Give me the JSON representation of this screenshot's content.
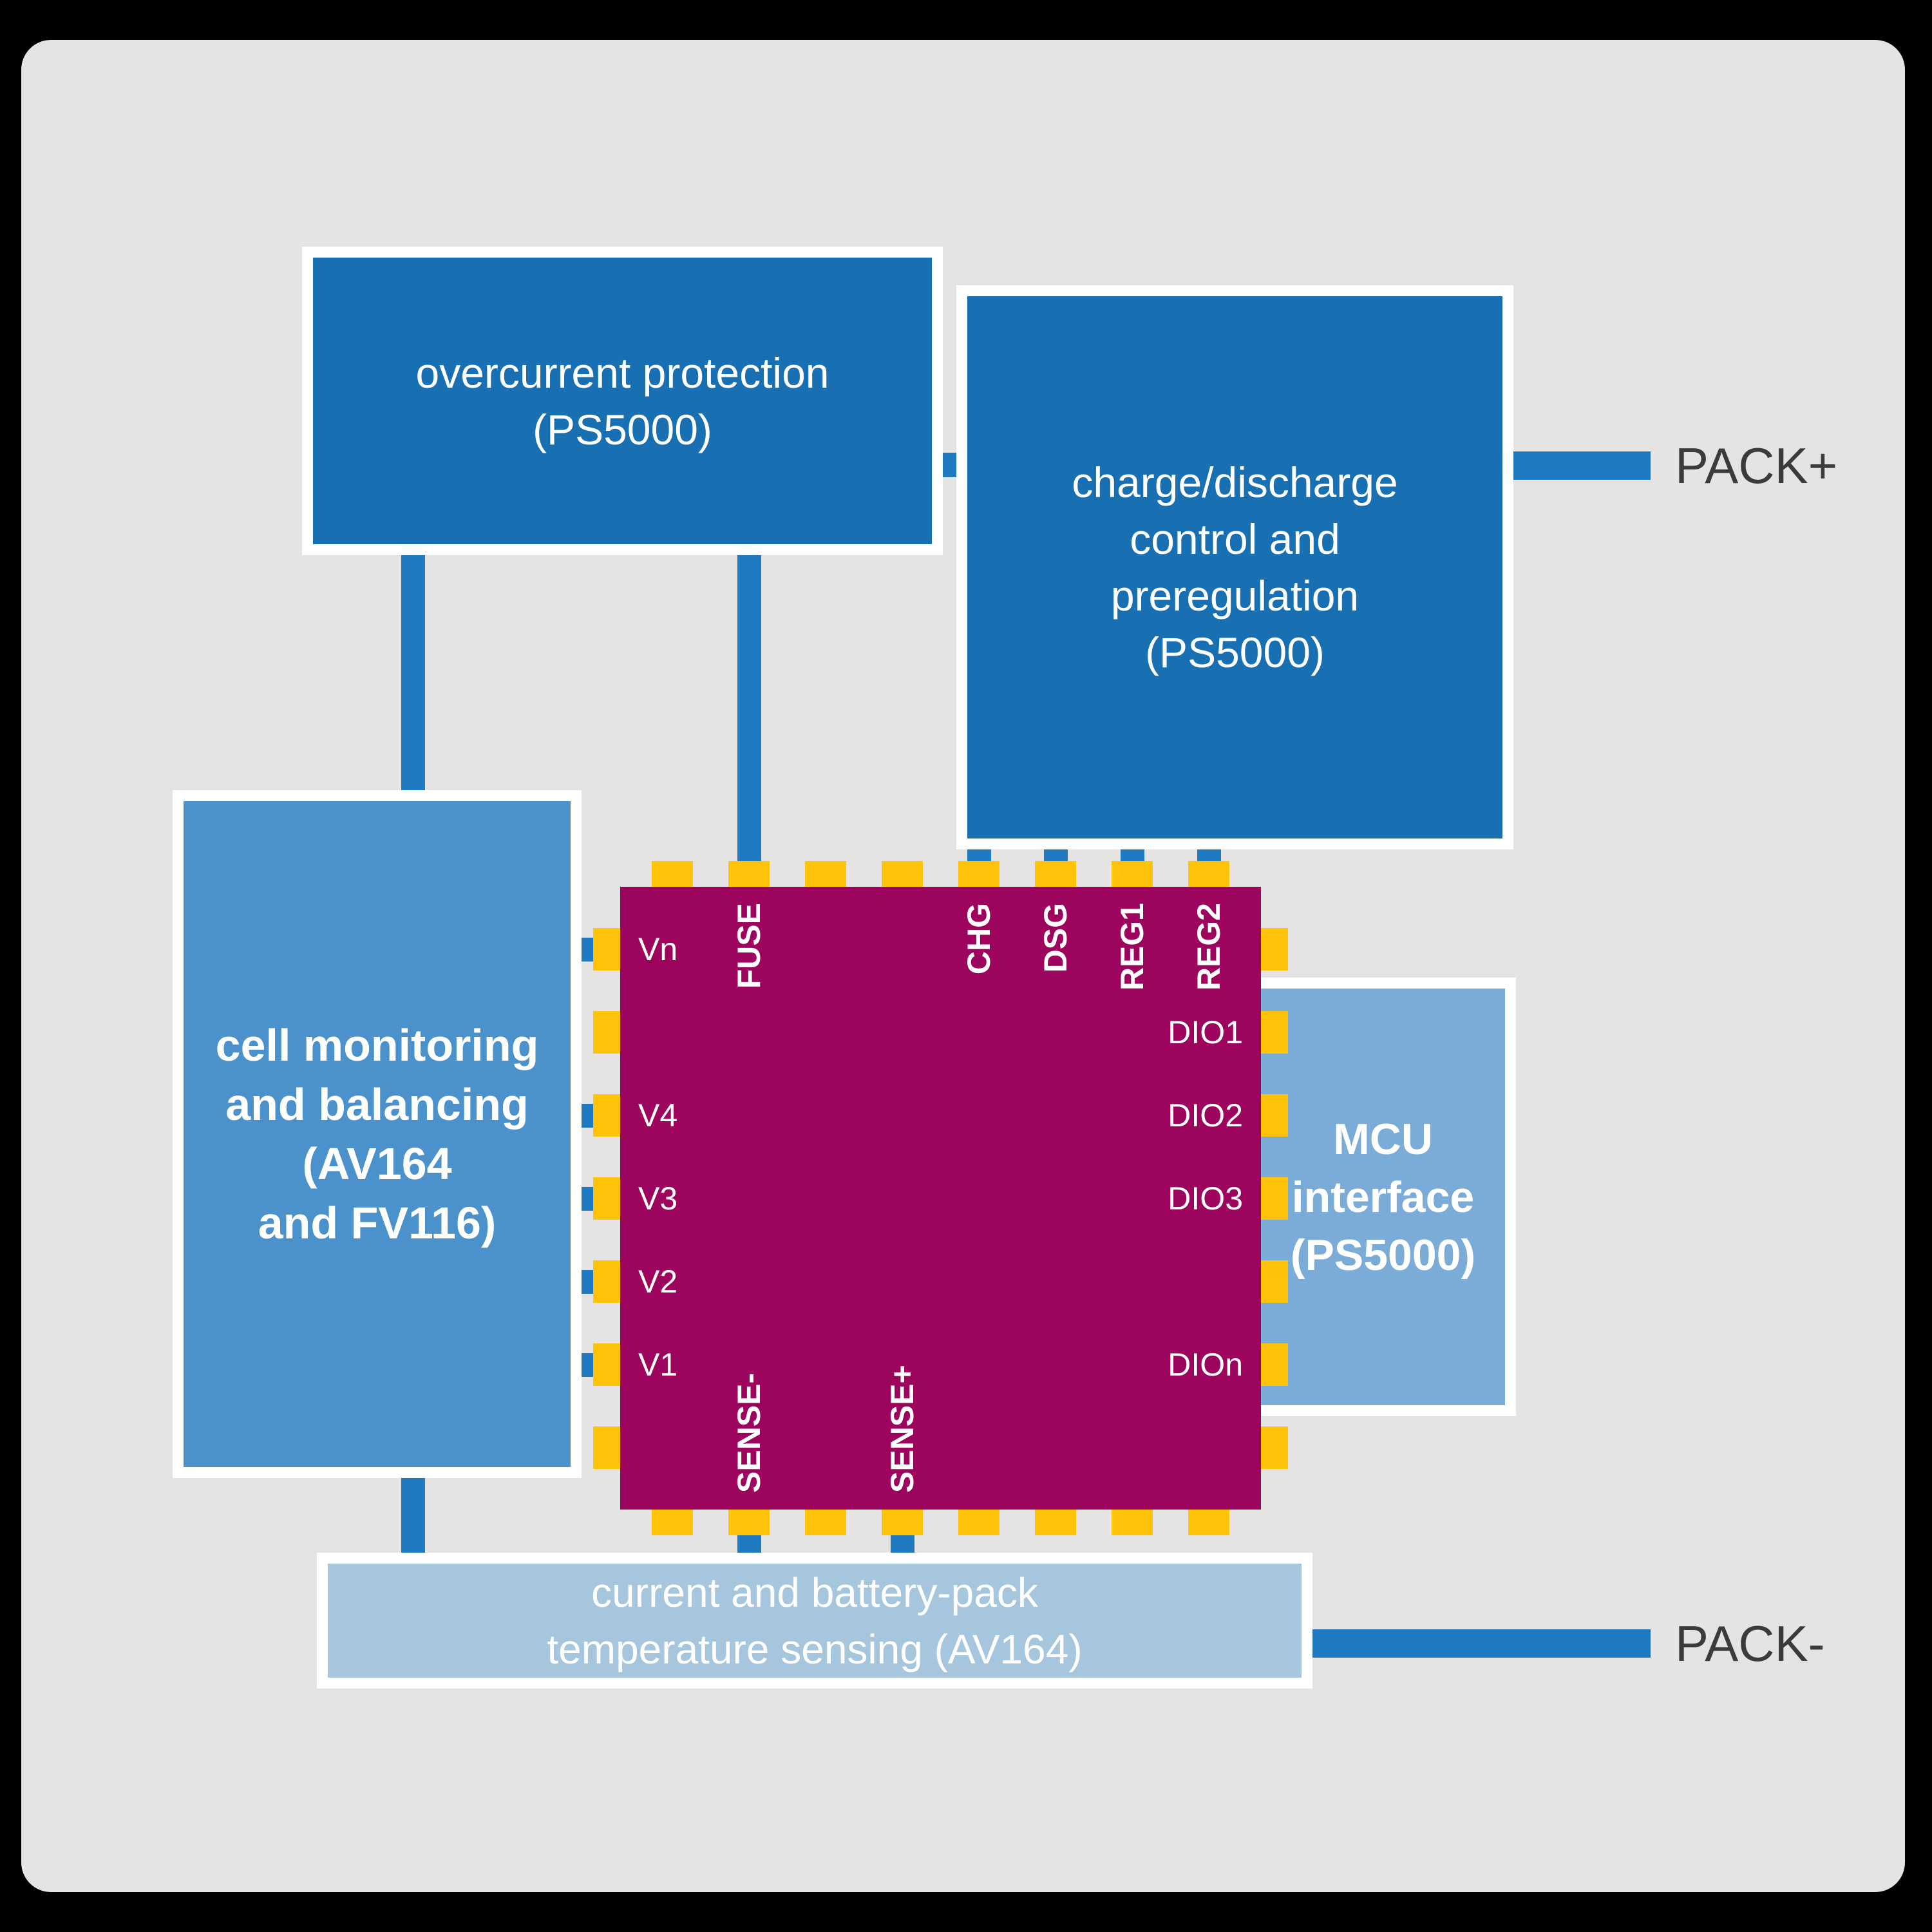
{
  "colors": {
    "canvas": "#E5E4E3",
    "block-dark": "#1870B2",
    "block-cell": "#4B91CB",
    "block-mcu": "#7BACD8",
    "block-temp": "#A6C6DE",
    "chip": "#9D045E",
    "pad": "#FFC30A",
    "line": "#1F7ABF",
    "label-dark": "#3B3B3B"
  },
  "blocks": {
    "overcurrent": {
      "lines": [
        "overcurrent protection",
        "(PS5000)"
      ]
    },
    "charge": {
      "lines": [
        "charge/discharge",
        "control and",
        "preregulation",
        "(PS5000)"
      ]
    },
    "cell": {
      "lines": [
        "cell monitoring",
        "and balancing",
        "(AV164",
        "and FV116)"
      ]
    },
    "mcu": {
      "lines": [
        "MCU",
        "interface",
        "(PS5000)"
      ]
    },
    "temp": {
      "lines": [
        "current and battery-pack",
        "temperature sensing (AV164)"
      ]
    }
  },
  "chip": {
    "pins": {
      "top": [
        "FUSE",
        "CHG",
        "DSG",
        "REG1",
        "REG2"
      ],
      "left": [
        "Vn",
        "V4",
        "V3",
        "V2",
        "V1"
      ],
      "right": [
        "DIO1",
        "DIO2",
        "DIO3",
        "DIOn"
      ],
      "bottom": [
        "SENSE-",
        "SENSE+"
      ]
    }
  },
  "terminals": {
    "pack_plus": "PACK+",
    "pack_minus": "PACK-"
  }
}
